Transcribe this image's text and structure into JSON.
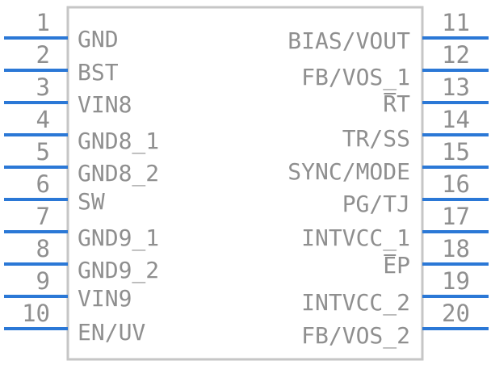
{
  "component": {
    "pin_color": "#2b78d6",
    "body_color": "#c6c6c6",
    "text_color": "#8f8f8f",
    "left_pins": [
      {
        "number": "1",
        "label": "GND"
      },
      {
        "number": "2",
        "label": "BST"
      },
      {
        "number": "3",
        "label": "VIN8"
      },
      {
        "number": "4",
        "label": "GND8_1"
      },
      {
        "number": "5",
        "label": "GND8_2"
      },
      {
        "number": "6",
        "label": "SW"
      },
      {
        "number": "7",
        "label": "GND9_1"
      },
      {
        "number": "8",
        "label": "GND9_2"
      },
      {
        "number": "9",
        "label": "VIN9"
      },
      {
        "number": "10",
        "label": "EN/UV"
      }
    ],
    "right_pins": [
      {
        "number": "11",
        "label": "BIAS/VOUT"
      },
      {
        "number": "12",
        "label": "FB/VOS_1"
      },
      {
        "number": "13",
        "label": "RT",
        "overbar": true
      },
      {
        "number": "14",
        "label": "TR/SS"
      },
      {
        "number": "15",
        "label": "SYNC/MODE"
      },
      {
        "number": "16",
        "label": "PG/TJ"
      },
      {
        "number": "17",
        "label": "INTVCC_1"
      },
      {
        "number": "18",
        "label": "EP",
        "overbar": true
      },
      {
        "number": "19",
        "label": "INTVCC_2"
      },
      {
        "number": "20",
        "label": "FB/VOS_2"
      }
    ]
  }
}
